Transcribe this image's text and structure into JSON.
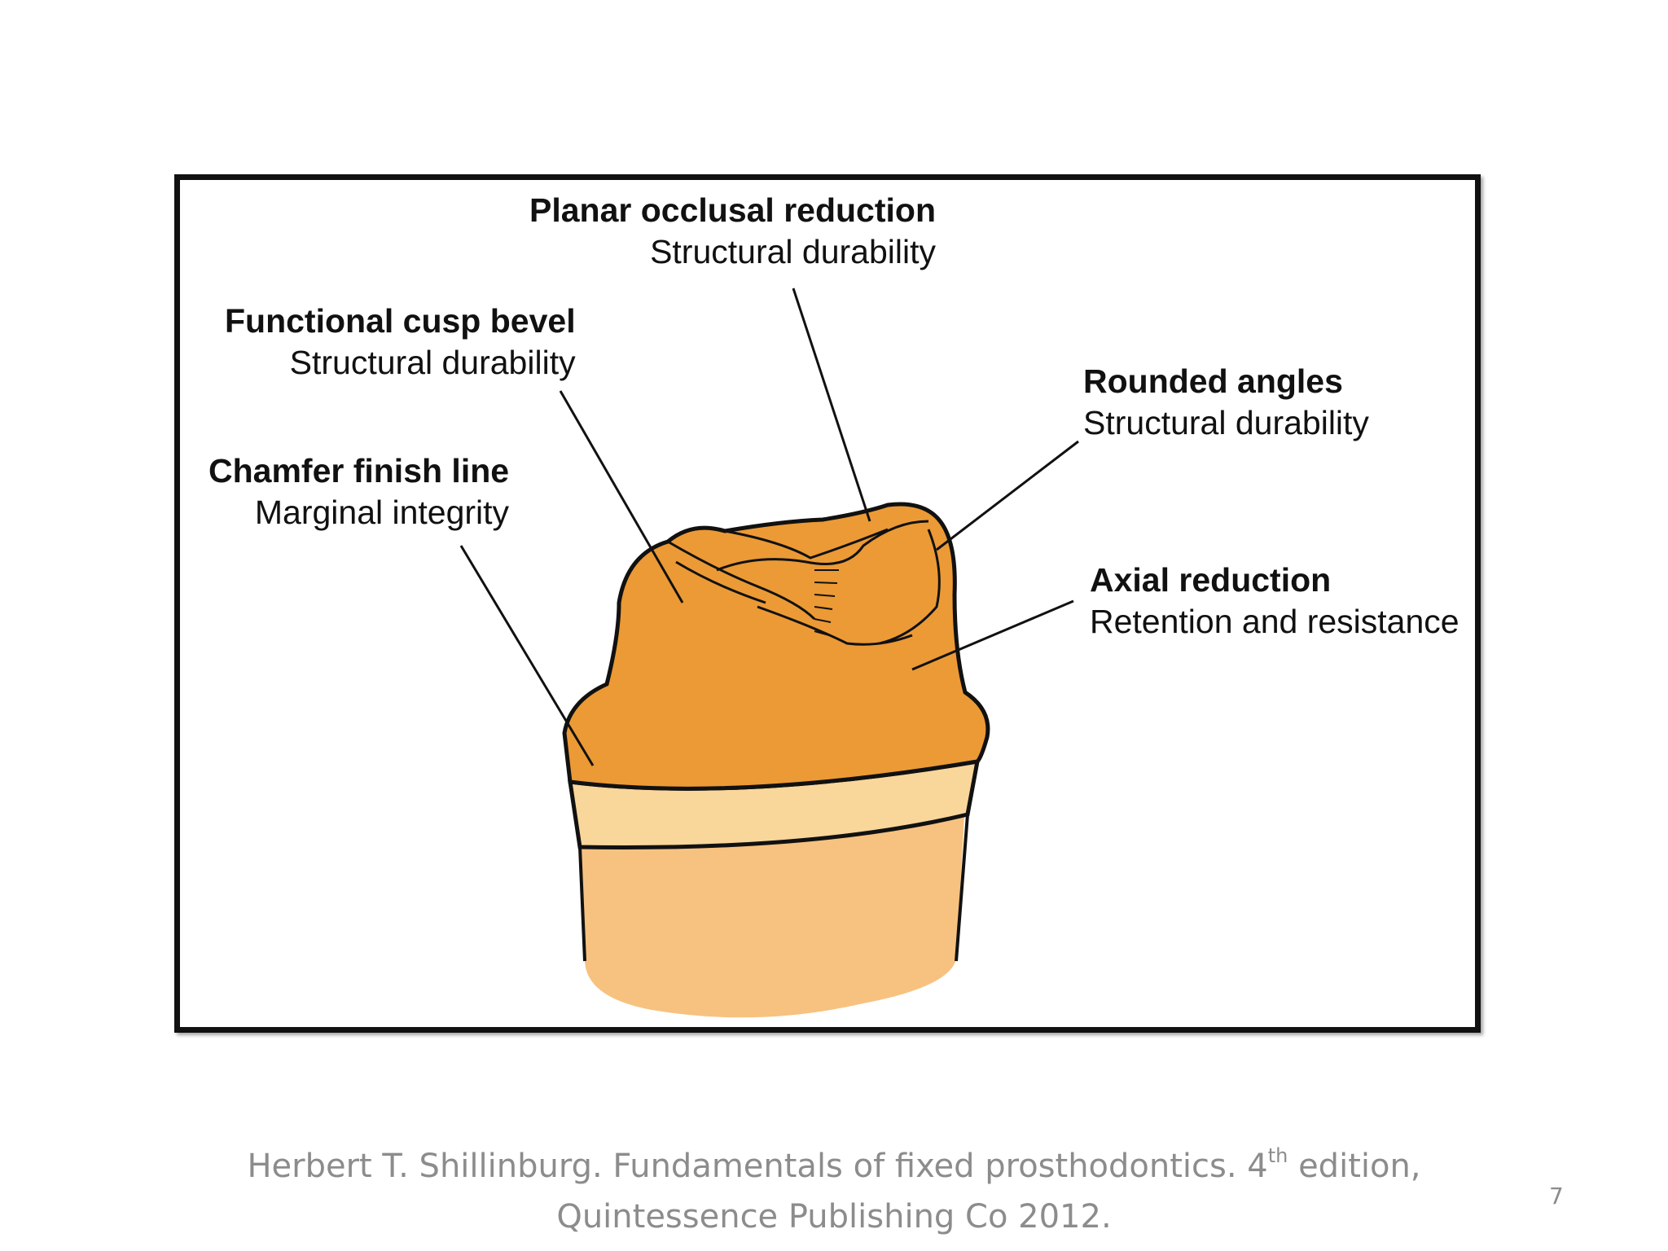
{
  "labels": {
    "planar": {
      "heading": "Planar occlusal reduction",
      "sub": "Structural durability"
    },
    "functional": {
      "heading": "Functional cusp bevel",
      "sub": "Structural durability"
    },
    "rounded": {
      "heading": "Rounded angles",
      "sub": "Structural durability"
    },
    "chamfer": {
      "heading": "Chamfer finish line",
      "sub": "Marginal integrity"
    },
    "axial": {
      "heading": "Axial reduction",
      "sub": "Retention and resistance"
    }
  },
  "citation": {
    "line1_before": "Herbert T. Shillinburg. Fundamentals of fixed prosthodontics. 4",
    "line1_sup": "th",
    "line1_after": " edition,",
    "line2": "Quintessence Publishing Co 2012."
  },
  "slide_number": "7",
  "colors": {
    "tooth_prep": "#ec9a35",
    "chamfer_band": "#f9d69a",
    "root": "#f7c27f",
    "outline": "#111111",
    "citation_text": "#8c8c8c"
  }
}
